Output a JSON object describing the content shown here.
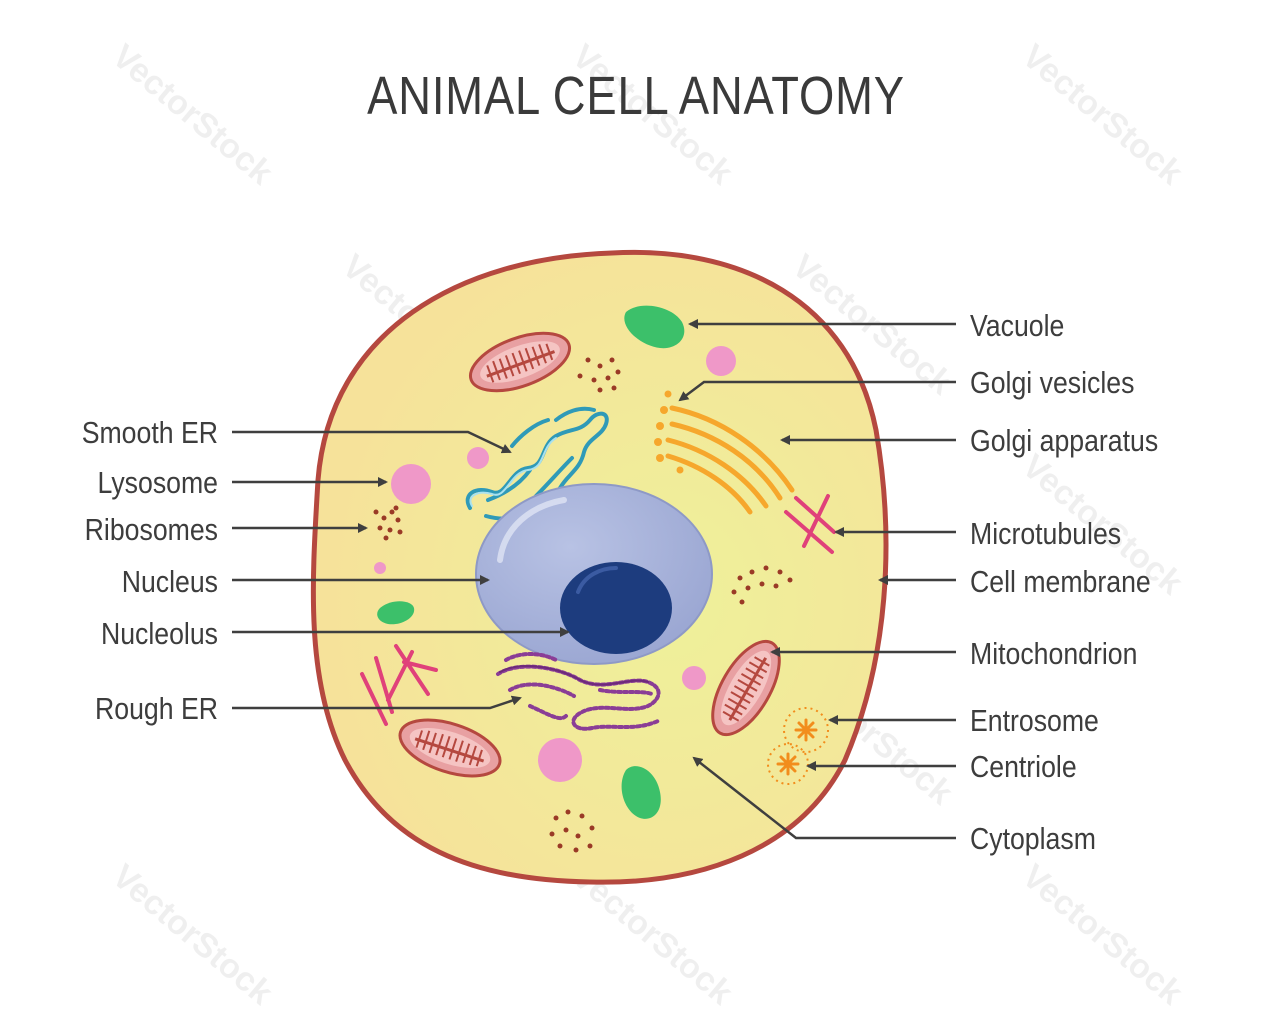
{
  "title": "ANIMAL CELL ANATOMY",
  "watermark": "VectorStock",
  "labels_left": {
    "smooth_er": "Smooth ER",
    "lysosome": "Lysosome",
    "ribosomes": "Ribosomes",
    "nucleus": "Nucleus",
    "nucleolus": "Nucleolus",
    "rough_er": "Rough ER"
  },
  "labels_right": {
    "vacuole": "Vacuole",
    "golgi_vesicles": "Golgi vesicles",
    "golgi_apparatus": "Golgi apparatus",
    "microtubules": "Microtubules",
    "cell_membrane": "Cell membrane",
    "mitochondrion": "Mitochondrion",
    "entrosome": "Entrosome",
    "centriole": "Centriole",
    "cytoplasm": "Cytoplasm"
  },
  "colors": {
    "membrane": "#b5483f",
    "cytoplasm_outer": "#f6e79a",
    "cytoplasm_inner": "#eef19a",
    "nucleus": "#a8b3d8",
    "nucleolus": "#1d3c7e",
    "mitochondrion": "#e8a0a2",
    "vacuole": "#3cc06a",
    "lysosome": "#ef98c8",
    "golgi": "#f6a72c",
    "smooth_er": "#8fd2e3",
    "rough_er": "#8a3d96",
    "microtubules": "#e0417a",
    "ribosomes": "#9a3a26",
    "centriole": "#f28d1c"
  }
}
